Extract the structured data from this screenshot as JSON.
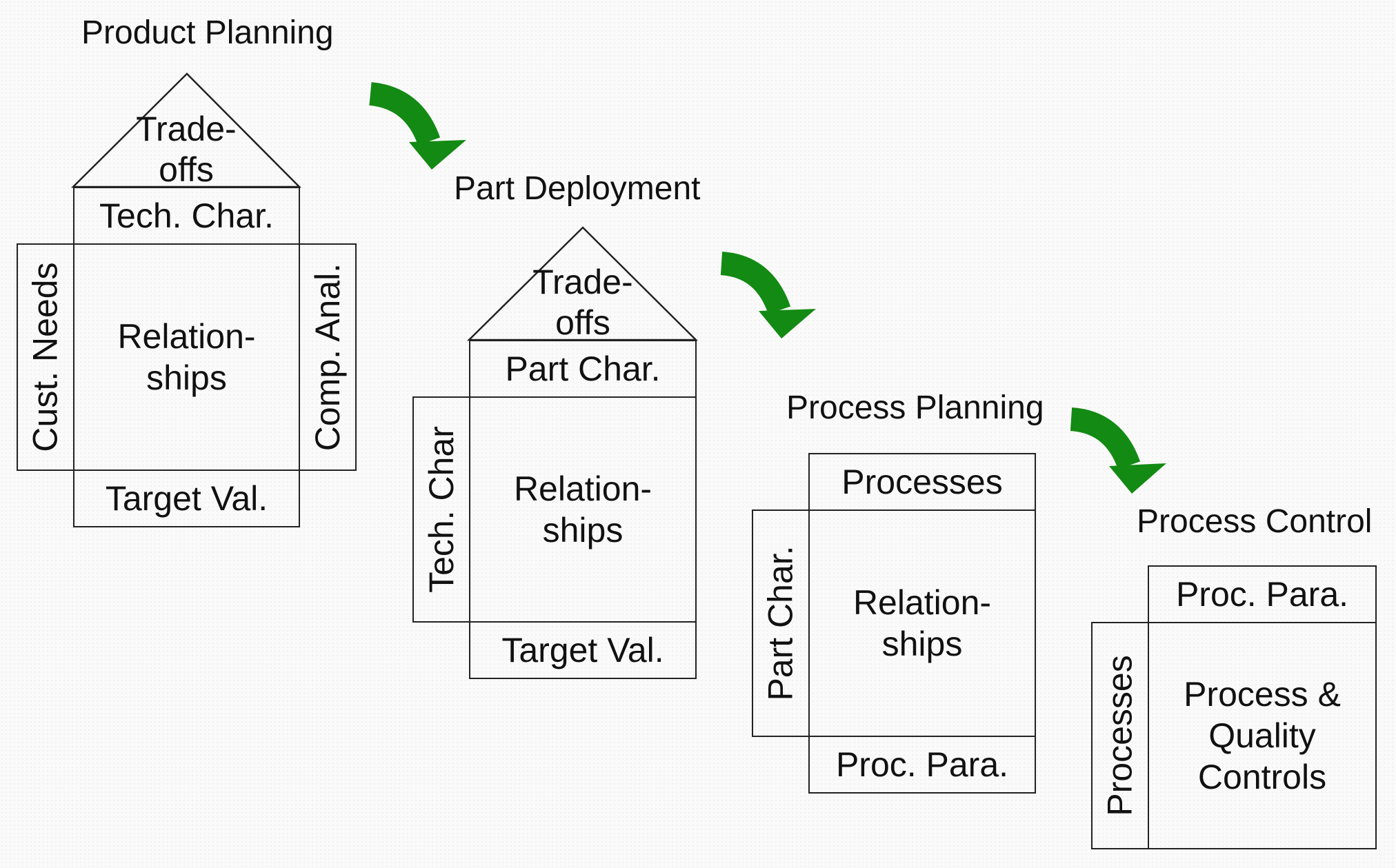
{
  "stages": [
    {
      "title": "Product Planning",
      "roof": [
        "Trade-",
        "offs"
      ],
      "top": "Tech. Char.",
      "left": "Cust. Needs",
      "center": [
        "Relation-",
        "ships"
      ],
      "right": "Comp. Anal.",
      "bottom": "Target Val."
    },
    {
      "title": "Part Deployment",
      "roof": [
        "Trade-",
        "offs"
      ],
      "top": "Part Char.",
      "left": "Tech. Char",
      "center": [
        "Relation-",
        "ships"
      ],
      "bottom": "Target Val."
    },
    {
      "title": "Process Planning",
      "top": "Processes",
      "left": "Part Char.",
      "center": [
        "Relation-",
        "ships"
      ],
      "bottom": "Proc. Para."
    },
    {
      "title": "Process Control",
      "top": "Proc. Para.",
      "left": "Processes",
      "center": [
        "Process &",
        "Quality",
        "Controls"
      ]
    }
  ],
  "colors": {
    "arrow": "#138a13",
    "line": "#222222",
    "text": "#111111"
  }
}
